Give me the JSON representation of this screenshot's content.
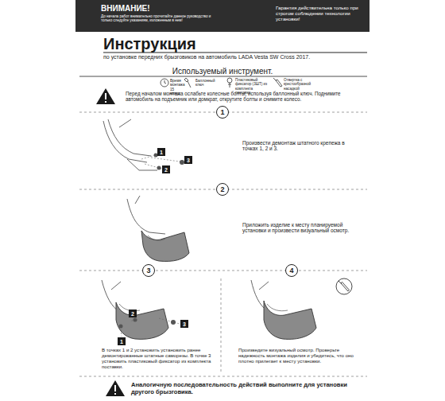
{
  "diagram": {
    "nodes": [
      {
        "text": [
          "ВНИМАНИЕ!",
          "До начала работ внимательно прочитайте данное руководство и только следуйте указаниям, изложенным в нем!",
          "Гарантия действительна только при строгом соблюдении технологии установки!"
        ]
      },
      {
        "text": [
          "1"
        ]
      },
      {
        "text": [
          "1"
        ]
      },
      {
        "text": [
          "2"
        ]
      },
      {
        "text": [
          "3"
        ]
      },
      {
        "text": [
          "2"
        ]
      },
      {
        "text": [
          "3"
        ]
      },
      {
        "text": [
          "1"
        ]
      },
      {
        "text": [
          "2"
        ]
      },
      {
        "text": [
          "3"
        ]
      },
      {
        "text": [
          "4"
        ]
      }
    ],
    "edges": [],
    "labels": [
      "Инструкция",
      "по установке передних брызговиков на автомобиль LADA Vesta SW Cross 2017.",
      "Используемый инструмент.",
      "Время монтажа 15 минут",
      "Баллонный ключ",
      "Пластиковый фиксатор (3ШТ) из комплекта поставки",
      "Отвертка с крестообразной насадкой",
      "Перед началом монтажа ослабьте колесные болты, используя баллонный ключ. Поднимите автомобиль на подъемник или домкрат, открутите болты и снимите колесо.",
      "Произвести демонтаж штатного крепежа в точках 1, 2 и 3.",
      "Приложить изделие к месту планируемой установки и произвести визуальный осмотр.",
      "В точках 1 и 2 установить установить ранее демонтированные штатные саморезы. В точке 3 установить пластиковый фиксатор из комплекта поставки.",
      "Произведите визуальный осмотр. Проверьте надежность монтажа изделия и убедитесь, что оно плотно прилегает к месту установки.",
      "Аналогичную последовательность действий выполните для установки другого брызговика."
    ]
  }
}
